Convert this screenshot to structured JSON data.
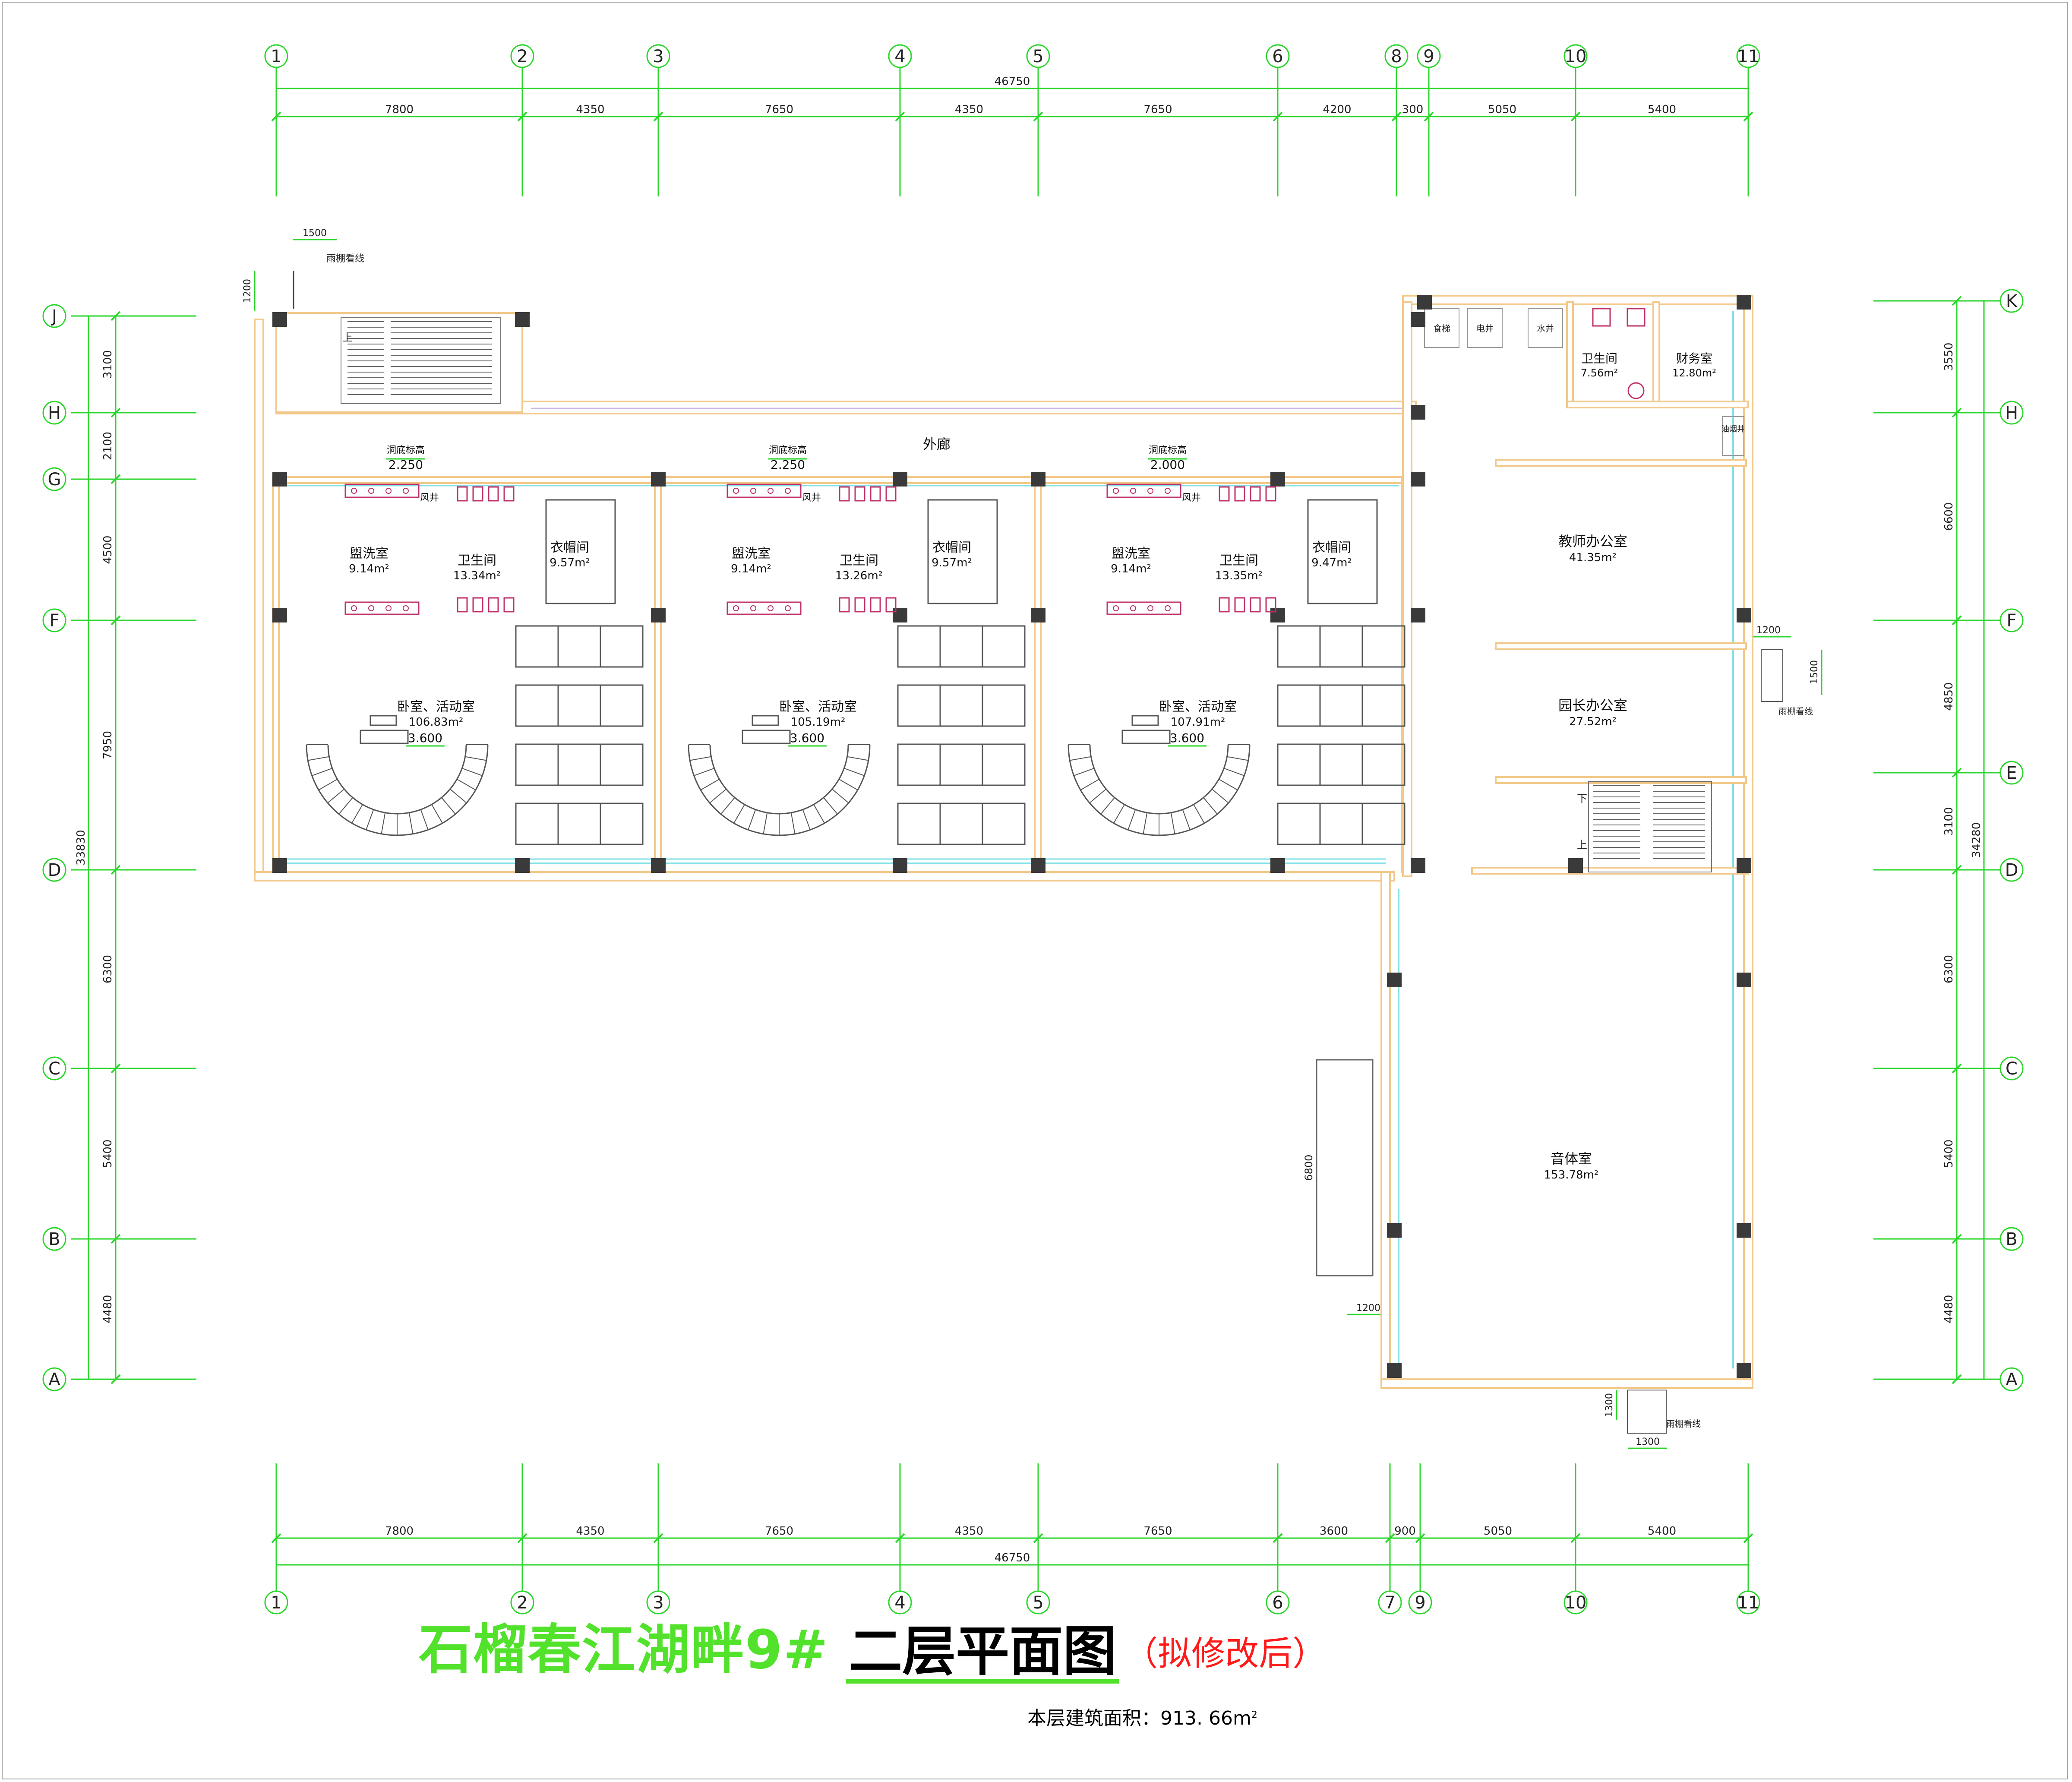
{
  "title": {
    "project": "石榴春江湖畔9#",
    "drawing": "二层平面图",
    "note": "（拟修改后）"
  },
  "area": {
    "label": "本层建筑面积：",
    "value": "913. 66m",
    "sup": "2"
  },
  "axes": {
    "top": [
      "1",
      "2",
      "3",
      "4",
      "5",
      "6",
      "8",
      "9",
      "10",
      "11"
    ],
    "bottom": [
      "1",
      "2",
      "3",
      "4",
      "5",
      "6",
      "7",
      "9",
      "10",
      "11"
    ],
    "left": [
      "J",
      "H",
      "G",
      "F",
      "D",
      "C",
      "B",
      "A"
    ],
    "right": [
      "K",
      "H",
      "F",
      "E",
      "D",
      "C",
      "B",
      "A"
    ]
  },
  "dims": {
    "top_total": "46750",
    "top_segments": [
      "7800",
      "4350",
      "7650",
      "4350",
      "7650",
      "4200",
      "300",
      "5050",
      "5400"
    ],
    "bottom_total": "46750",
    "bottom_segments": [
      "7800",
      "4350",
      "7650",
      "4350",
      "7650",
      "3600",
      "900",
      "5050",
      "5400"
    ],
    "left_total": "33830",
    "left_segments": [
      "3100",
      "2100",
      "4500",
      "7950",
      "6300",
      "5400",
      "4480"
    ],
    "right_total": "34280",
    "right_segments": [
      "3550",
      "6600",
      "4850",
      "3100",
      "6300",
      "5400",
      "4480"
    ],
    "misc": [
      "1500",
      "1200",
      "1200",
      "1500",
      "6800",
      "1200",
      "1300",
      "1300"
    ]
  },
  "rooms": [
    {
      "name": "外廊",
      "area": ""
    },
    {
      "name": "盥洗室",
      "area": "9.14m²"
    },
    {
      "name": "卫生间",
      "area": "13.34m²"
    },
    {
      "name": "衣帽间",
      "area": "9.57m²"
    },
    {
      "name": "卧室、活动室",
      "area": "106.83m²"
    },
    {
      "name": "盥洗室",
      "area": "9.14m²"
    },
    {
      "name": "卫生间",
      "area": "13.26m²"
    },
    {
      "name": "衣帽间",
      "area": "9.57m²"
    },
    {
      "name": "卧室、活动室",
      "area": "105.19m²"
    },
    {
      "name": "盥洗室",
      "area": "9.14m²"
    },
    {
      "name": "卫生间",
      "area": "13.35m²"
    },
    {
      "name": "衣帽间",
      "area": "9.47m²"
    },
    {
      "name": "卧室、活动室",
      "area": "107.91m²"
    },
    {
      "name": "卫生间",
      "area": "7.56m²"
    },
    {
      "name": "财务室",
      "area": "12.80m²"
    },
    {
      "name": "教师办公室",
      "area": "41.35m²"
    },
    {
      "name": "园长办公室",
      "area": "27.52m²"
    },
    {
      "name": "音体室",
      "area": "153.78m²"
    }
  ],
  "labels": {
    "window_sill": "洞底标高",
    "sill_values": [
      "2.250",
      "2.250",
      "2.000"
    ],
    "floor_values": [
      "3.600",
      "3.600",
      "3.600"
    ],
    "vent": "风井",
    "elec_shaft": "电井",
    "water_shaft": "水井",
    "stair_lift": "食梯",
    "smoke_shaft": "油烟井",
    "canopy": "雨棚看线",
    "up": "上",
    "down": "下"
  }
}
